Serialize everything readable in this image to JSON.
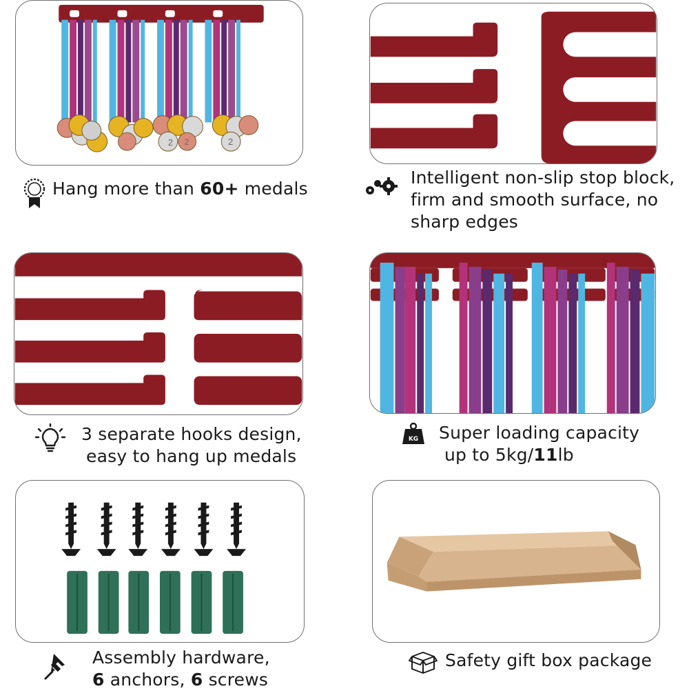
{
  "colors": {
    "rack_red": "#8c1c24",
    "ribbon_blue": "#4fb6e3",
    "ribbon_magenta": "#b2337a",
    "ribbon_purple": "#5b2a6e",
    "screw": "#1a1a1a",
    "anchor": "#2f7058",
    "box": "#d7b48e"
  },
  "features": [
    {
      "id": "medals",
      "icon": "medal-icon",
      "pre": "Hang more than ",
      "bold": "60+",
      "post": " medals"
    },
    {
      "id": "stop",
      "icon": "gears-icon",
      "lines": [
        "Intelligent non-slip stop block,",
        "firm and smooth surface, no",
        "sharp edges"
      ]
    },
    {
      "id": "hooks",
      "icon": "lightbulb-icon",
      "lines": [
        "3 separate hooks design,",
        "easy to hang up medals"
      ]
    },
    {
      "id": "load",
      "icon": "weight-icon",
      "icon_label": "KG",
      "line1": "Super loading capacity",
      "line2_pre": "up to 5kg/",
      "line2_bold": "11",
      "line2_post": "lb"
    },
    {
      "id": "hardware",
      "icon": "pushpin-icon",
      "line1": "Assembly hardware,",
      "l2_bold_a": "6",
      "l2_mid": " anchors, ",
      "l2_bold_b": "6",
      "l2_post": " screws"
    },
    {
      "id": "box",
      "icon": "box-icon",
      "text": "Safety gift box package"
    }
  ],
  "medal_labels": [
    "2",
    "2",
    "2"
  ]
}
